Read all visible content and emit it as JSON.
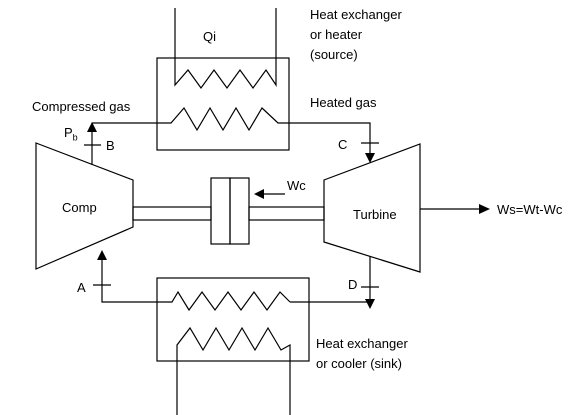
{
  "labels": {
    "qi": "Qi",
    "source_line1": "Heat exchanger",
    "source_line2": "or heater",
    "source_line3": "(source)",
    "compressed_gas": "Compressed gas",
    "heated_gas": "Heated gas",
    "pb_main": "P",
    "pb_sub": "b",
    "point_b": "B",
    "point_c": "C",
    "point_a": "A",
    "point_d": "D",
    "comp": "Comp",
    "turbine": "Turbine",
    "wc": "Wc",
    "ws": "Ws=Wt-Wc",
    "sink_line1": "Heat exchanger",
    "sink_line2": "or cooler (sink)"
  }
}
